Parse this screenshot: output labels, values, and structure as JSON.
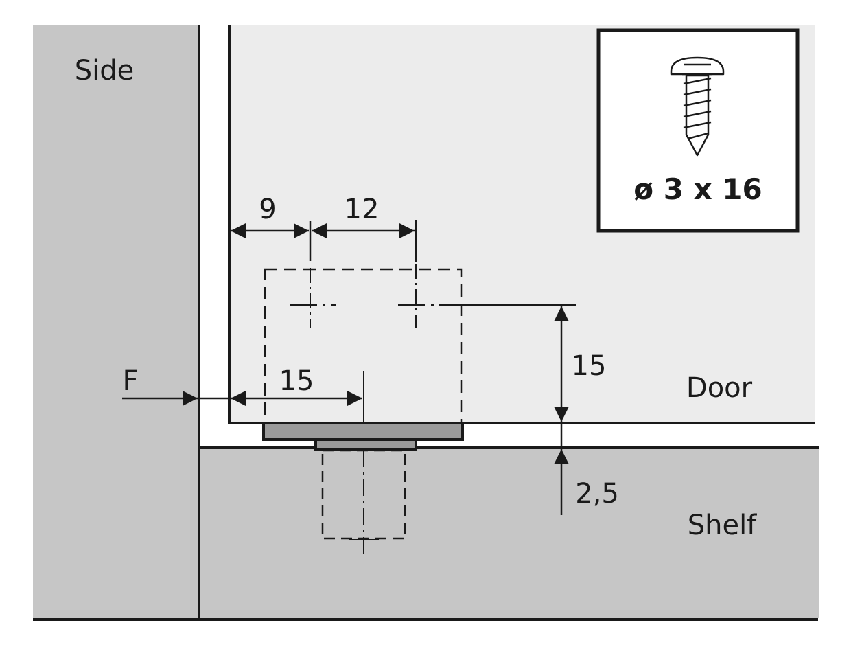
{
  "labels": {
    "side": "Side",
    "door": "Door",
    "shelf": "Shelf",
    "force": "F"
  },
  "dimensions": {
    "edge_to_first_hole": "9",
    "hole_spacing": "12",
    "edge_to_center": "15",
    "vertical_hole_height": "15",
    "gap": "2,5"
  },
  "screw": {
    "icon": "screw-icon",
    "spec": "ø 3 x 16"
  },
  "colors": {
    "panel_gray": "#c6c6c6",
    "door_fill": "#ececec",
    "plate_gray": "#9a9a9a",
    "line": "#1a1a1a"
  }
}
